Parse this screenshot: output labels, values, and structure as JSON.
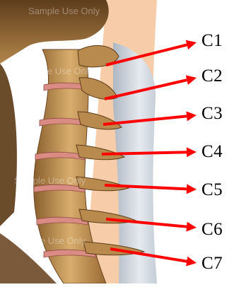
{
  "labels": [
    "C1",
    "C2",
    "C3",
    "C4",
    "C5",
    "C6",
    "C7"
  ],
  "watermark": "Sample Use Only",
  "colors": {
    "arrow": "#ff0000",
    "bone": "#c79a5a",
    "bone_dark": "#7a5326",
    "disc": "#d98b84",
    "skin": "#f6cda8",
    "tissue": "#d7dde5",
    "background": "#ffffff"
  }
}
